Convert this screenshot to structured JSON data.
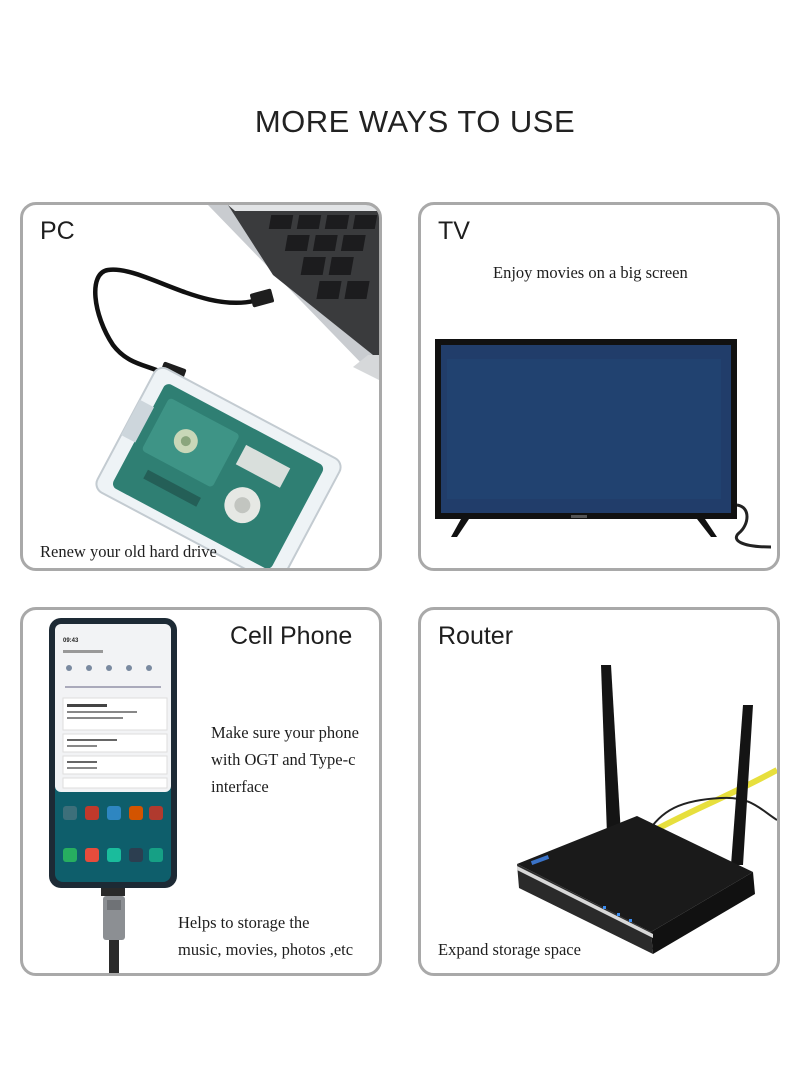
{
  "heading": "MORE WAYS TO USE",
  "cards": {
    "pc": {
      "title": "PC",
      "caption": "Renew your old hard drive"
    },
    "tv": {
      "title": "TV",
      "caption": "Enjoy movies on a big screen"
    },
    "phone": {
      "title": "Cell Phone",
      "note_lines": [
        "Make sure your phone",
        "with OGT and Type-c",
        "interface"
      ],
      "caption_lines": [
        "Helps to storage the",
        "music, movies, photos ,etc"
      ],
      "screen_time": "09:43"
    },
    "router": {
      "title": "Router",
      "caption": "Expand storage space"
    }
  }
}
